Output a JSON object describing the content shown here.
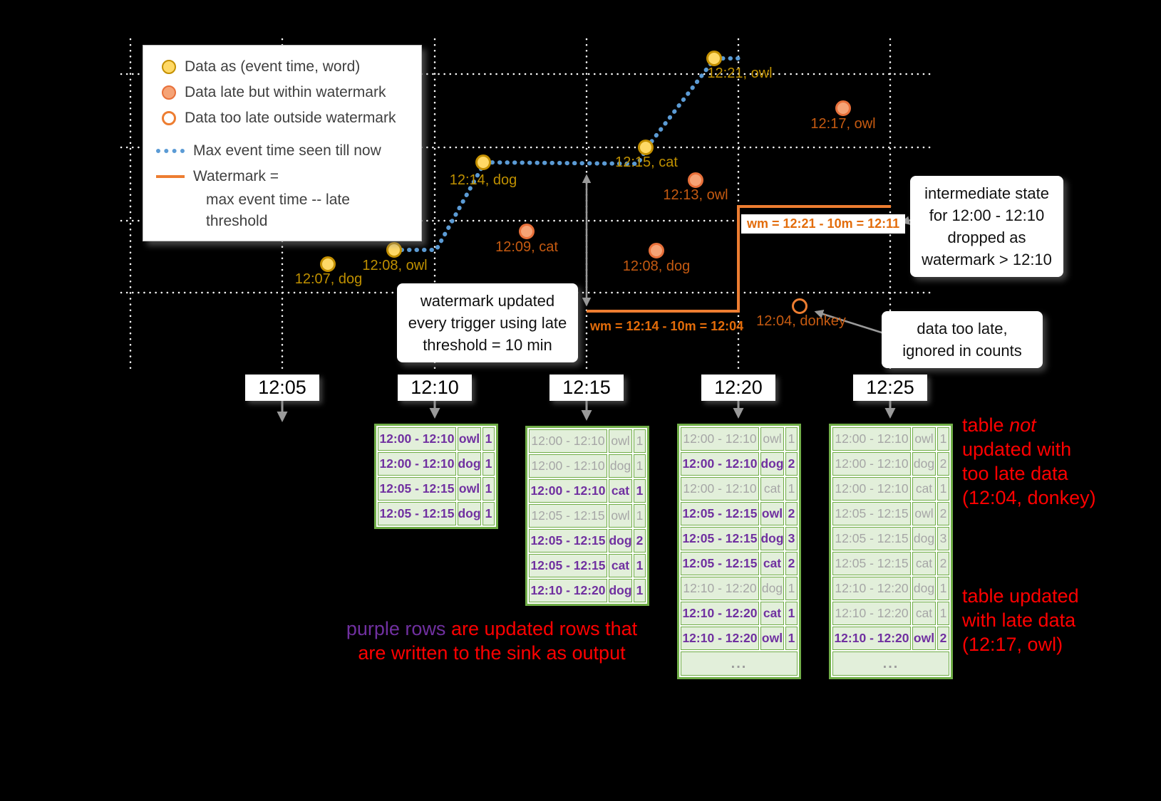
{
  "colors": {
    "background": "#000000",
    "ontime_fill": "#ffd966",
    "ontime_stroke": "#c49000",
    "late_fill": "#f5a376",
    "late_stroke": "#e8703a",
    "too_late_stroke": "#ed7d31",
    "max_event_time_line": "#5b9bd5",
    "watermark_line": "#ed7d31",
    "table_border": "#70ad47",
    "table_cell_bg": "#e2efda",
    "updated_row_text": "#7030a0",
    "unchanged_row_text": "#a6a6a6",
    "annotation_red": "#ff0000",
    "ontime_label": "#bf9000",
    "late_label": "#c55a11"
  },
  "legend": {
    "items": [
      "Data as (event time, word)",
      "Data late but within watermark",
      "Data too late outside watermark",
      "Max event time seen till now",
      "Watermark ="
    ],
    "watermark_line2": "max event time -- late threshold"
  },
  "points": {
    "ontime": [
      "12:07, dog",
      "12:08, owl",
      "12:14, dog",
      "12:15, cat",
      "12:21, owl"
    ],
    "late": [
      "12:09, cat",
      "12:13, owl",
      "12:08, dog",
      "12:17, owl"
    ],
    "too_late": [
      "12:04, donkey"
    ]
  },
  "watermark": {
    "label1": "wm = 12:14 - 10m = 12:04",
    "label2": "wm = 12:21 - 10m = 12:11"
  },
  "callouts": {
    "trigger": {
      "lines": [
        "watermark updated",
        "every trigger using late",
        "threshold = 10 min"
      ]
    },
    "dropped": {
      "lines": [
        "intermediate state",
        "for 12:00 - 12:10",
        "dropped as",
        "watermark > 12:10"
      ]
    },
    "too_late": {
      "lines": [
        "data too late,",
        "ignored in counts"
      ]
    }
  },
  "time_axis": [
    "12:05",
    "12:10",
    "12:15",
    "12:20",
    "12:25"
  ],
  "ellipsis_label": "...",
  "tables": [
    {
      "trigger_time": "12:10",
      "ellipsis": false,
      "rows": [
        {
          "window": "12:00 - 12:10",
          "word": "owl",
          "count": "1",
          "updated": true
        },
        {
          "window": "12:00 - 12:10",
          "word": "dog",
          "count": "1",
          "updated": true
        },
        {
          "window": "12:05 - 12:15",
          "word": "owl",
          "count": "1",
          "updated": true
        },
        {
          "window": "12:05 - 12:15",
          "word": "dog",
          "count": "1",
          "updated": true
        }
      ]
    },
    {
      "trigger_time": "12:15",
      "ellipsis": false,
      "rows": [
        {
          "window": "12:00 - 12:10",
          "word": "owl",
          "count": "1",
          "updated": false
        },
        {
          "window": "12:00 - 12:10",
          "word": "dog",
          "count": "1",
          "updated": false
        },
        {
          "window": "12:00 - 12:10",
          "word": "cat",
          "count": "1",
          "updated": true
        },
        {
          "window": "12:05 - 12:15",
          "word": "owl",
          "count": "1",
          "updated": false
        },
        {
          "window": "12:05 - 12:15",
          "word": "dog",
          "count": "2",
          "updated": true
        },
        {
          "window": "12:05 - 12:15",
          "word": "cat",
          "count": "1",
          "updated": true
        },
        {
          "window": "12:10 - 12:20",
          "word": "dog",
          "count": "1",
          "updated": true
        }
      ]
    },
    {
      "trigger_time": "12:20",
      "ellipsis": true,
      "rows": [
        {
          "window": "12:00 - 12:10",
          "word": "owl",
          "count": "1",
          "updated": false
        },
        {
          "window": "12:00 - 12:10",
          "word": "dog",
          "count": "2",
          "updated": true
        },
        {
          "window": "12:00 - 12:10",
          "word": "cat",
          "count": "1",
          "updated": false
        },
        {
          "window": "12:05 - 12:15",
          "word": "owl",
          "count": "2",
          "updated": true
        },
        {
          "window": "12:05 - 12:15",
          "word": "dog",
          "count": "3",
          "updated": true
        },
        {
          "window": "12:05 - 12:15",
          "word": "cat",
          "count": "2",
          "updated": true
        },
        {
          "window": "12:10 - 12:20",
          "word": "dog",
          "count": "1",
          "updated": false
        },
        {
          "window": "12:10 - 12:20",
          "word": "cat",
          "count": "1",
          "updated": true
        },
        {
          "window": "12:10 - 12:20",
          "word": "owl",
          "count": "1",
          "updated": true
        }
      ]
    },
    {
      "trigger_time": "12:25",
      "ellipsis": true,
      "rows": [
        {
          "window": "12:00 - 12:10",
          "word": "owl",
          "count": "1",
          "updated": false
        },
        {
          "window": "12:00 - 12:10",
          "word": "dog",
          "count": "2",
          "updated": false
        },
        {
          "window": "12:00 - 12:10",
          "word": "cat",
          "count": "1",
          "updated": false
        },
        {
          "window": "12:05 - 12:15",
          "word": "owl",
          "count": "2",
          "updated": false
        },
        {
          "window": "12:05 - 12:15",
          "word": "dog",
          "count": "3",
          "updated": false
        },
        {
          "window": "12:05 - 12:15",
          "word": "cat",
          "count": "2",
          "updated": false
        },
        {
          "window": "12:10 - 12:20",
          "word": "dog",
          "count": "1",
          "updated": false
        },
        {
          "window": "12:10 - 12:20",
          "word": "cat",
          "count": "1",
          "updated": false
        },
        {
          "window": "12:10 - 12:20",
          "word": "owl",
          "count": "2",
          "updated": true
        }
      ]
    }
  ],
  "notes": {
    "purple": {
      "highlight": "purple rows",
      "line1_rest": " are updated rows that",
      "line2": "are written to the sink as output"
    },
    "not_updated": {
      "line1_pre": "table ",
      "line1_em": "not",
      "line2": "updated with",
      "line3": "too late data",
      "line4": "(12:04, donkey)"
    },
    "late_updated": {
      "lines": [
        "table updated",
        "with late data",
        "(12:17, owl)"
      ]
    }
  }
}
